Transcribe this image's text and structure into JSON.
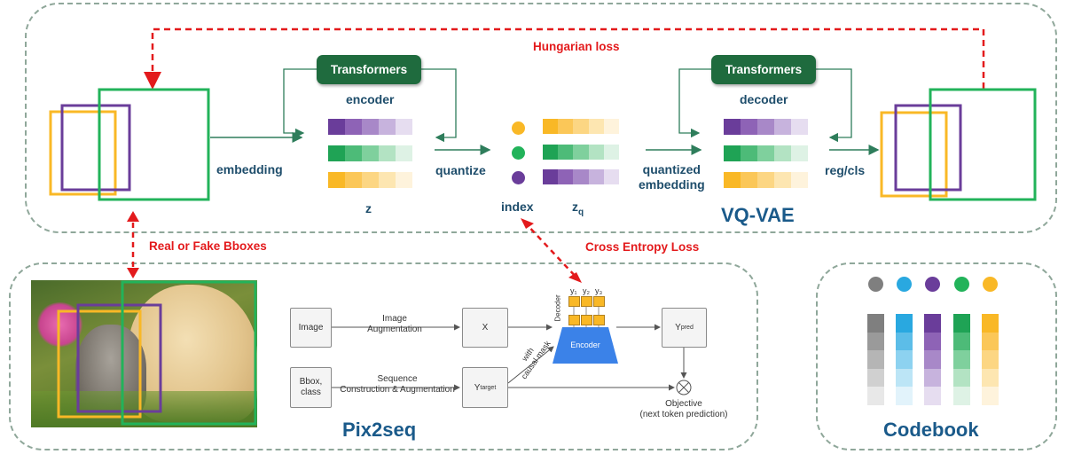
{
  "vqvae": {
    "hungarian_loss": "Hungarian loss",
    "enc_transformer": "Transformers",
    "dec_transformer": "Transformers",
    "encoder": "encoder",
    "decoder": "decoder",
    "embedding": "embedding",
    "quantize": "quantize",
    "quantized_embedding": "quantized\nembedding",
    "reg_cls": "reg/cls",
    "z": "z",
    "index": "index",
    "zq_base": "z",
    "zq_sub": "q",
    "title": "VQ-VAE"
  },
  "links": {
    "real_fake": "Real or Fake Bboxes",
    "cross_entropy": "Cross Entropy Loss"
  },
  "pix2seq": {
    "title": "Pix2seq",
    "image_box": "Image",
    "image_aug": "Image\nAugmentation",
    "x_box": "X",
    "bbox_box": "Bbox,\nclass",
    "seq_aug": "Sequence\nConstruction & Augmentation",
    "ytarget_base": "Y",
    "ytarget_sub": "target",
    "encoder": "Encoder",
    "decoder": "Decoder",
    "with_mask": "with\ncausal mask",
    "y1": "y₁",
    "y2": "y₂",
    "y3": "y₃",
    "ypred_base": "Y",
    "ypred_sub": "pred",
    "objective": "Objective\n(next token prediction)"
  },
  "codebook": {
    "title": "Codebook",
    "colors": [
      "#7f7f7f",
      "#29a8e0",
      "#6a3d9a",
      "#22b35a",
      "#f9b826"
    ]
  },
  "palette": {
    "purple": [
      "#6a3d9a",
      "#8e63b6",
      "#a888c8",
      "#c7b3dd",
      "#e6ddf0"
    ],
    "green": [
      "#1fa355",
      "#4dbb78",
      "#7fd09d",
      "#b3e3c3",
      "#def2e5"
    ],
    "yellow": [
      "#f9b826",
      "#fbc758",
      "#fcd683",
      "#fde6b1",
      "#fef3dc"
    ],
    "gray": [
      "#7f7f7f",
      "#9a9a9a",
      "#b5b5b5",
      "#d0d0d0",
      "#e8e8e8"
    ],
    "blue": [
      "#29a8e0",
      "#5cbde8",
      "#8dd2f0",
      "#bce5f6",
      "#e2f3fb"
    ]
  }
}
